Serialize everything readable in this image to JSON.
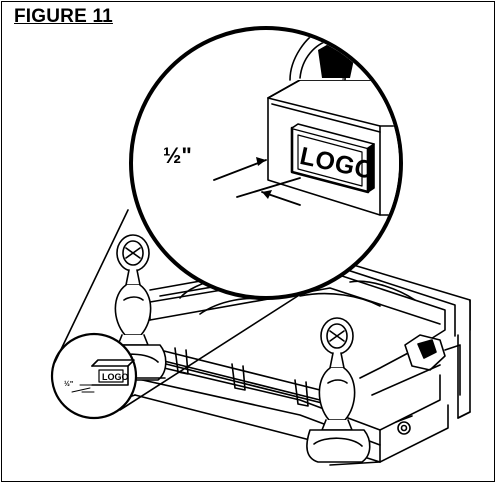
{
  "figure": {
    "title": "FIGURE 11"
  },
  "callout": {
    "measurement": "½\"",
    "measurement_small": "½\"",
    "logo_text": "LOGO",
    "logo_text_small": "LOGO"
  }
}
